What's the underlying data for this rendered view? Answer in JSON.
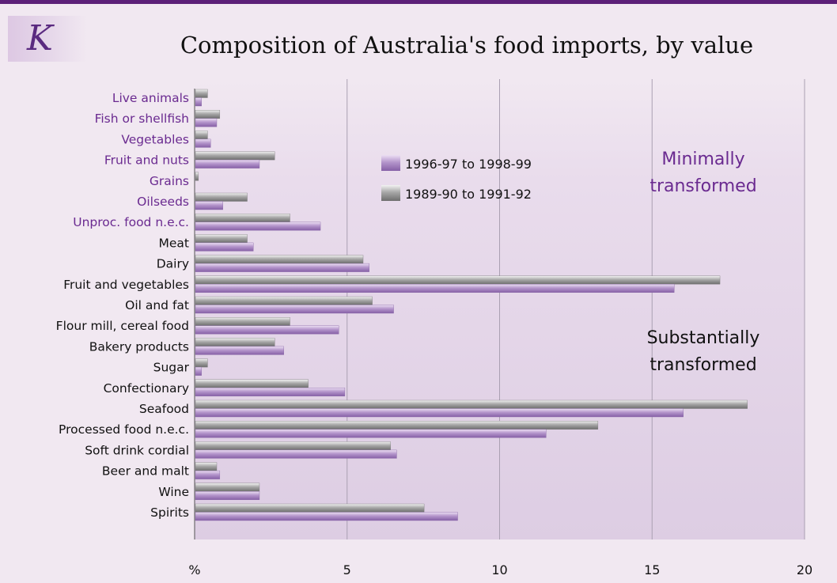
{
  "panel_label": "K",
  "chart_data": {
    "type": "bar",
    "orientation": "horizontal",
    "title": "Composition of Australia's food imports, by value",
    "xlabel": "%",
    "xlim": [
      0,
      20
    ],
    "xticks": [
      "%",
      "5",
      "10",
      "15",
      "20"
    ],
    "grid": "vertical",
    "legend_position": "top-center",
    "categories": [
      "Live animals",
      "Fish or shellfish",
      "Vegetables",
      "Fruit and nuts",
      "Grains",
      "Oilseeds",
      "Unproc. food n.e.c.",
      "Meat",
      "Dairy",
      "Fruit and vegetables",
      "Oil and fat",
      "Flour mill, cereal food",
      "Bakery products",
      "Sugar",
      "Confectionary",
      "Seafood",
      "Processed food n.e.c.",
      "Soft drink cordial",
      "Beer and malt",
      "Wine",
      "Spirits"
    ],
    "series": [
      {
        "name": "1989-90 to 1991-92",
        "color": "#8e8e8e",
        "values": [
          0.4,
          0.8,
          0.4,
          2.6,
          0.1,
          1.7,
          3.1,
          1.7,
          5.5,
          17.2,
          5.8,
          3.1,
          2.6,
          0.4,
          3.7,
          18.1,
          13.2,
          6.4,
          0.7,
          2.1,
          7.5
        ]
      },
      {
        "name": "1996-97 to 1998-99",
        "color": "#a57fbe",
        "values": [
          0.2,
          0.7,
          0.5,
          2.1,
          0.0,
          0.9,
          4.1,
          1.9,
          5.7,
          15.7,
          6.5,
          4.7,
          2.9,
          0.2,
          4.9,
          16.0,
          11.5,
          6.6,
          0.8,
          2.1,
          8.6
        ]
      }
    ],
    "groups": [
      {
        "name": "Minimally transformed",
        "color": "#6a2a90",
        "count": 7
      },
      {
        "name": "Substantially transformed",
        "color": "#111111",
        "count": 14
      }
    ]
  }
}
